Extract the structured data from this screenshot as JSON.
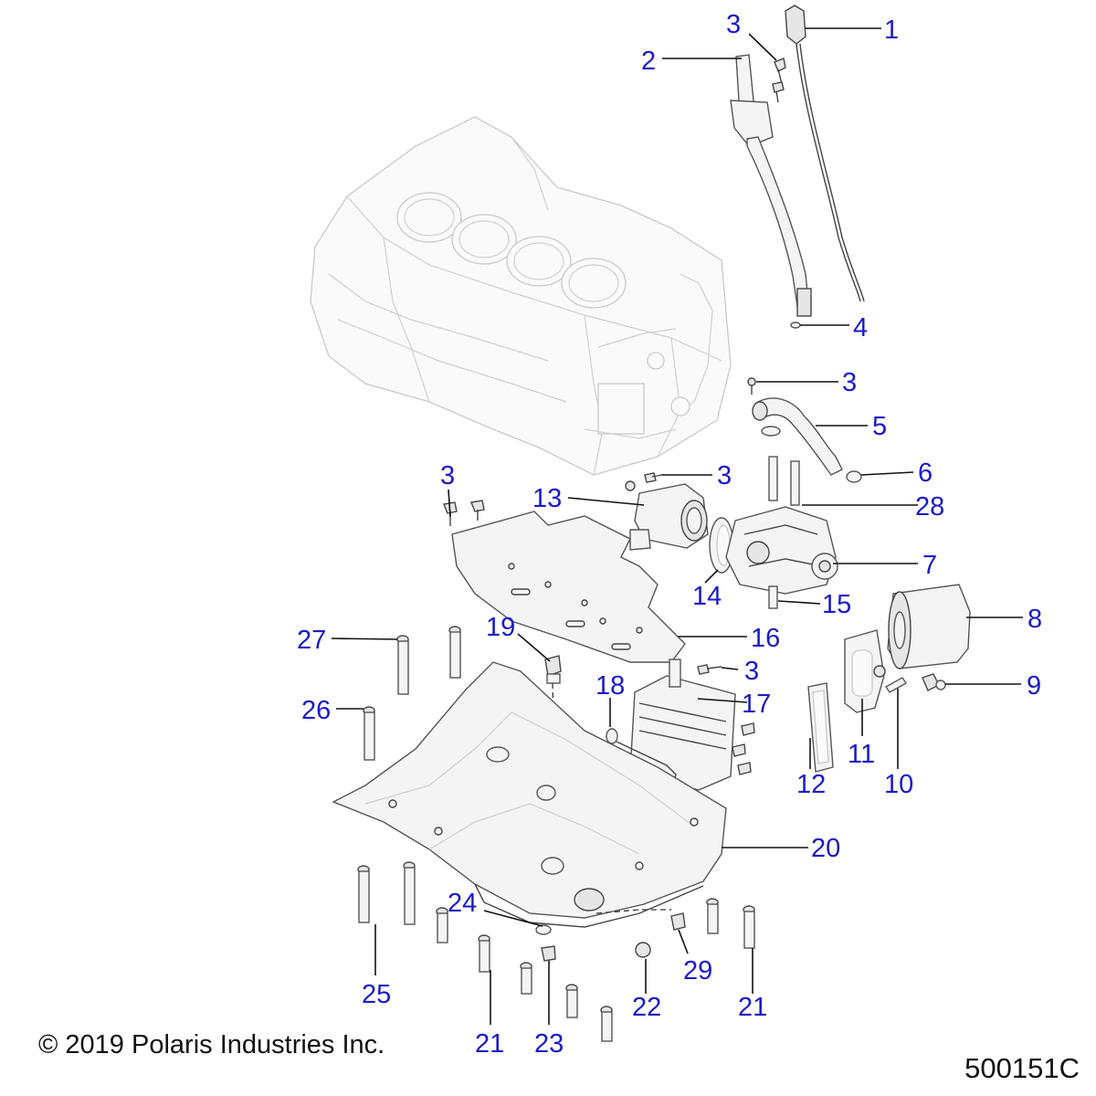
{
  "copyright": "© 2019 Polaris Industries Inc.",
  "drawing_number": "500151C",
  "callouts": {
    "c1": "1",
    "c2": "2",
    "c3a": "3",
    "c4": "4",
    "c3b": "3",
    "c5": "5",
    "c6": "6",
    "c3c": "3",
    "c3d": "3",
    "c13": "13",
    "c28": "28",
    "c7": "7",
    "c14": "14",
    "c15": "15",
    "c8": "8",
    "c27": "27",
    "c19": "19",
    "c16": "16",
    "c3e": "3",
    "c18": "18",
    "c17": "17",
    "c9": "9",
    "c26": "26",
    "c11": "11",
    "c12": "12",
    "c10": "10",
    "c20": "20",
    "c24": "24",
    "c25": "25",
    "c29": "29",
    "c22": "22",
    "c21a": "21",
    "c23": "23",
    "c21b": "21"
  }
}
